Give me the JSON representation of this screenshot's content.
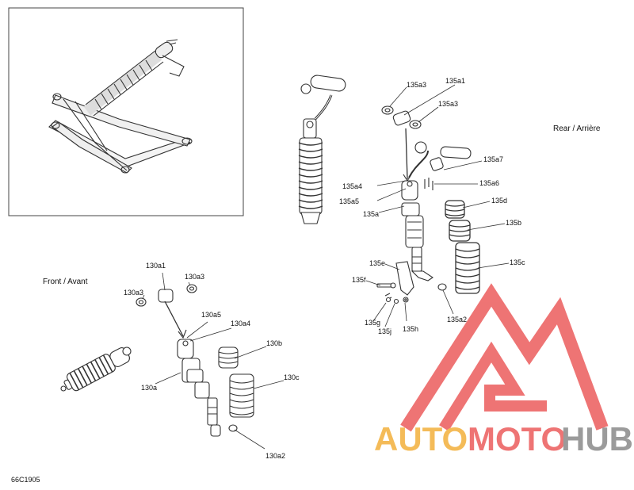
{
  "captions": {
    "rear": "Rear / Arrière",
    "front": "Front / Avant",
    "code": "66C1905"
  },
  "callouts": {
    "c135a3_top": "135a3",
    "c135a1": "135a1",
    "c135a3_right": "135a3",
    "c135a7": "135a7",
    "c135a6": "135a6",
    "c135a4": "135a4",
    "c135a5": "135a5",
    "c135a": "135a",
    "c135d": "135d",
    "c135b": "135b",
    "c135c": "135c",
    "c135e": "135e",
    "c135f": "135f",
    "c135g": "135g",
    "c135j": "135j",
    "c135h": "135h",
    "c135a2": "135a2",
    "c130a1": "130a1",
    "c130a3_right": "130a3",
    "c130a3_left": "130a3",
    "c130a5": "130a5",
    "c130a4": "130a4",
    "c130b": "130b",
    "c130c": "130c",
    "c130a": "130a",
    "c130a2": "130a2"
  },
  "watermark": {
    "part1": "AUTO",
    "part2": "MOTO",
    "part3": "HUB",
    "color_orange": "#f3b03c",
    "color_red": "#ec5c5c",
    "color_grey": "#8a8a8a"
  },
  "icons": {
    "inset": "vehicle-rear-suspension-overview",
    "rear_shock": "rear-shock-absorber",
    "front_shock": "front-shock-absorber"
  }
}
